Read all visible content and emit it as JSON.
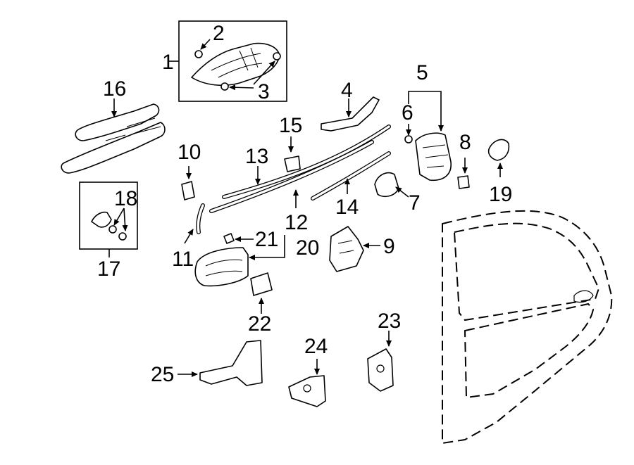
{
  "callouts": {
    "c1": "1",
    "c2": "2",
    "c3": "3",
    "c4": "4",
    "c5": "5",
    "c6": "6",
    "c7": "7",
    "c8": "8",
    "c9": "9",
    "c10": "10",
    "c11": "11",
    "c12": "12",
    "c13": "13",
    "c14": "14",
    "c15": "15",
    "c16": "16",
    "c17": "17",
    "c18": "18",
    "c19": "19",
    "c20": "20",
    "c21": "21",
    "c22": "22",
    "c23": "23",
    "c24": "24",
    "c25": "25"
  }
}
